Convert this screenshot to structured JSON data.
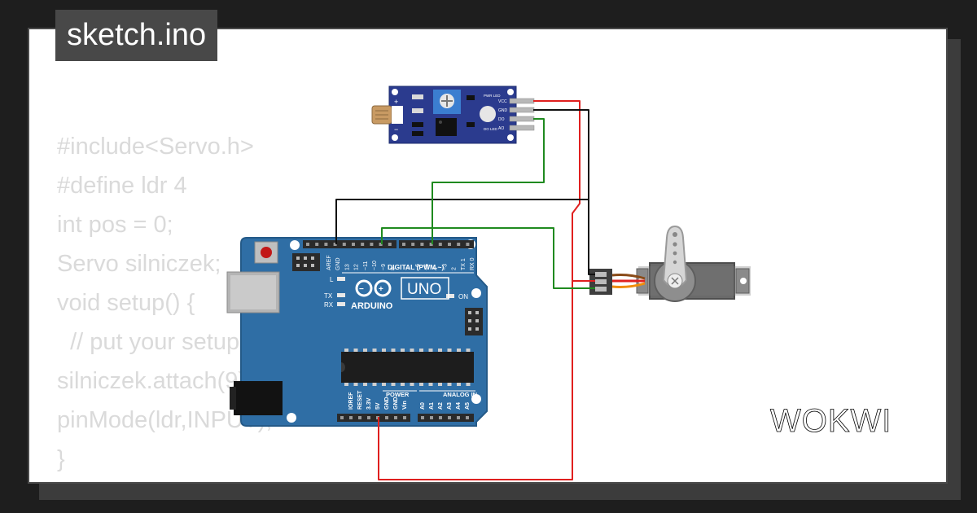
{
  "title": "sketch.ino",
  "code_lines": [
    "#include<Servo.h>",
    "#define ldr 4",
    "int pos = 0;",
    "Servo silniczek;",
    "void setup() {",
    "  // put your setup code here, to run once:",
    "silniczek.attach(9);",
    "pinMode(ldr,INPUT);",
    "}"
  ],
  "brand": "WOKWI",
  "board": {
    "brand": "ARDUINO",
    "model": "UNO",
    "digital_label": "DIGITAL (PWM ~)",
    "power_label": "POWER",
    "analog_label": "ANALOG IN",
    "on_label": "ON",
    "l_label": "L",
    "tx_label": "TX",
    "rx_label": "RX",
    "top_pins": [
      "AREF",
      "GND",
      "13",
      "12",
      "~11",
      "~10",
      "~9",
      "8",
      "7",
      "~6",
      "~5",
      "4",
      "~3",
      "2",
      "TX 1",
      "RX 0"
    ],
    "power_pins": [
      "IOREF",
      "RESET",
      "3.3V",
      "5V",
      "GND",
      "GND",
      "Vin"
    ],
    "analog_pins": [
      "A0",
      "A1",
      "A2",
      "A3",
      "A4",
      "A5"
    ]
  },
  "sensor": {
    "pins": [
      "VCC",
      "GND",
      "DO",
      "AO"
    ],
    "pwr_led_label": "PWR LED",
    "do_led_label": "DO LED",
    "plus": "+",
    "minus": "−"
  },
  "colors": {
    "board": "#2f6ea5",
    "sensor_pcb": "#2b3b8e",
    "wire_red": "#e0201f",
    "wire_black": "#111111",
    "wire_green": "#1f8a1f",
    "code_text": "#dadada"
  }
}
